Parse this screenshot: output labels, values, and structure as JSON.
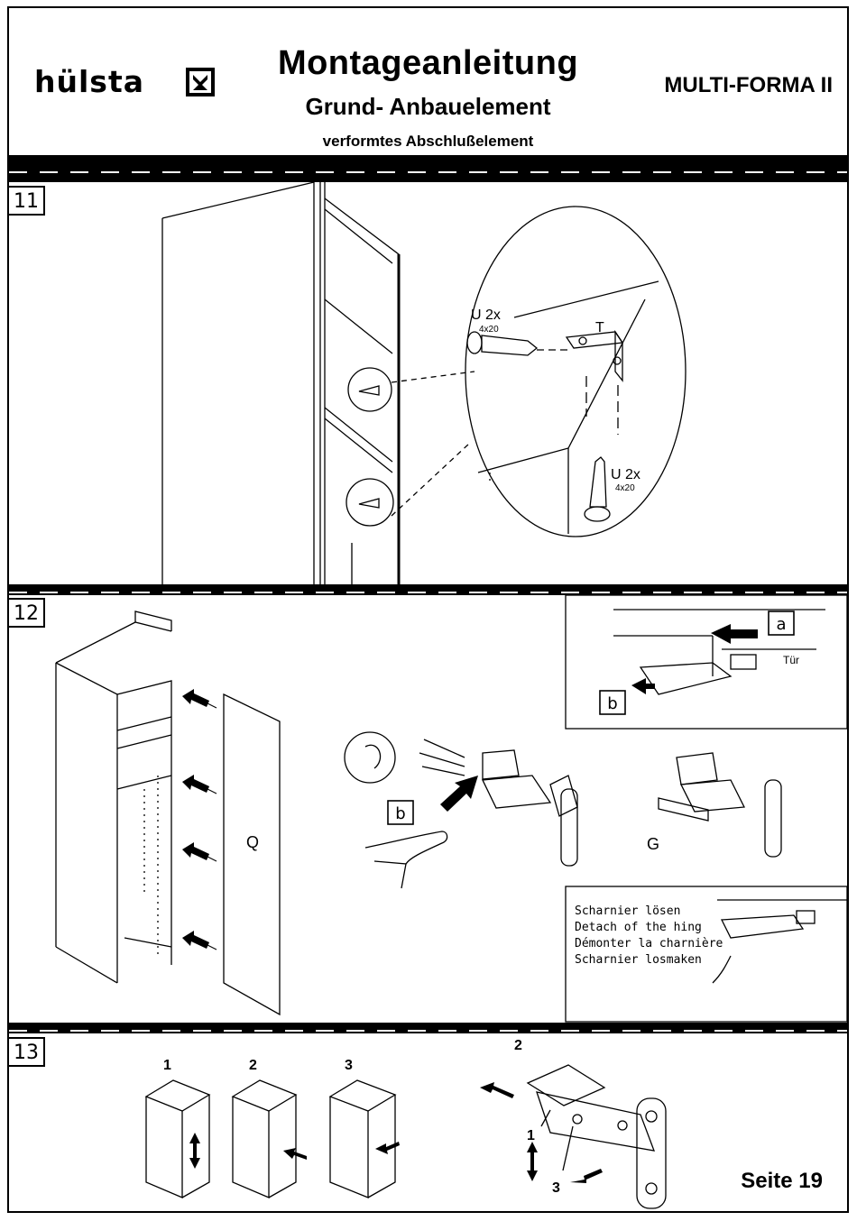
{
  "header": {
    "brand": "hülsta",
    "title": "Montageanleitung",
    "subtitle": "Grund- Anbauelement",
    "subsubtitle": "verformtes Abschlußelement",
    "product": "MULTI-FORMA II"
  },
  "steps": [
    {
      "number": "11",
      "labels": {
        "screw_top": "U 2x",
        "screw_top_size": "4x20",
        "bracket": "T",
        "screw_bottom": "U 2x",
        "screw_bottom_size": "4x20"
      }
    },
    {
      "number": "12",
      "labels": {
        "door": "Q",
        "inset_a": "a",
        "inset_b": "b",
        "door_label": "Tür",
        "press_b": "b",
        "clip_g": "G"
      },
      "release_caption": [
        "Scharnier lösen",
        "Detach of the hing",
        "Démonter la charnière",
        "Scharnier losmaken"
      ]
    },
    {
      "number": "13",
      "variants": [
        "1",
        "2",
        "3"
      ],
      "adjust_labels": {
        "top": "2",
        "middle": "1",
        "bottom": "3"
      }
    }
  ],
  "footer": {
    "page": "Seite 19"
  }
}
